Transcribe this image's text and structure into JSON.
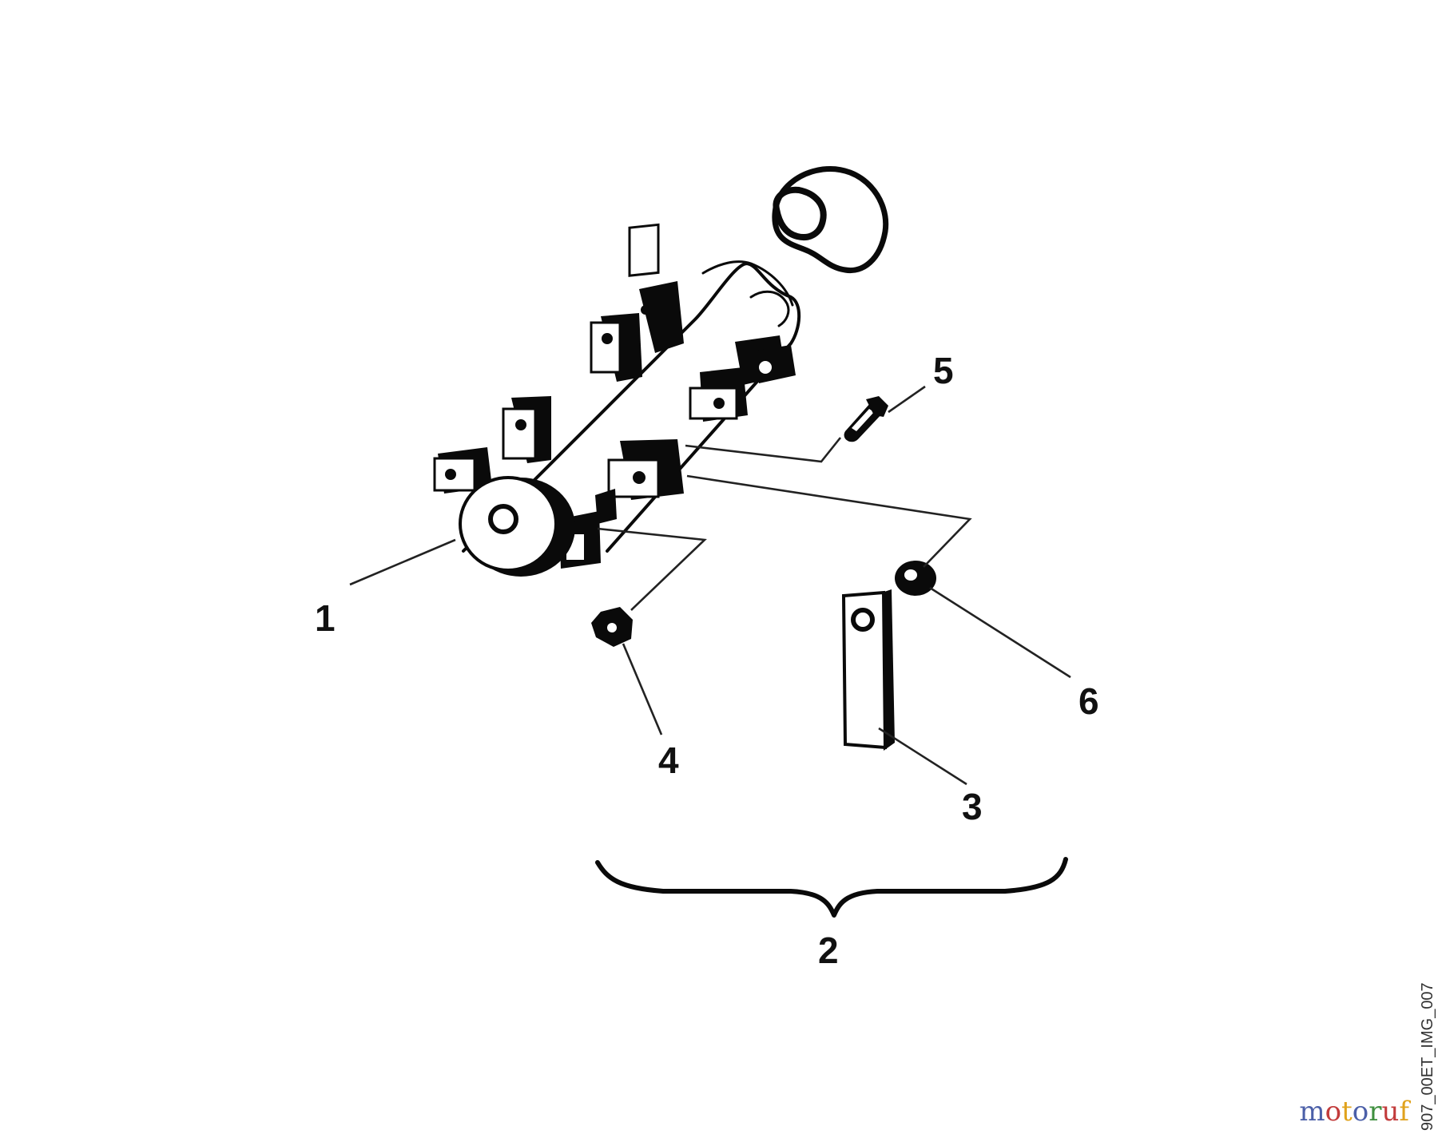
{
  "diagram": {
    "callouts": {
      "part_1": "1",
      "part_2": "2",
      "part_3": "3",
      "part_4": "4",
      "part_5": "5",
      "part_6": "6"
    },
    "image_code": "907_00ET_IMG_007",
    "brand": {
      "text": "motoruf",
      "letters": [
        "m",
        "o",
        "t",
        "o",
        "r",
        "u",
        "f"
      ],
      "colors": [
        "#4b5fa8",
        "#c23b3b",
        "#e0a21c",
        "#4b5fa8",
        "#3f8f3f",
        "#c23b3b",
        "#e0a21c"
      ]
    }
  }
}
